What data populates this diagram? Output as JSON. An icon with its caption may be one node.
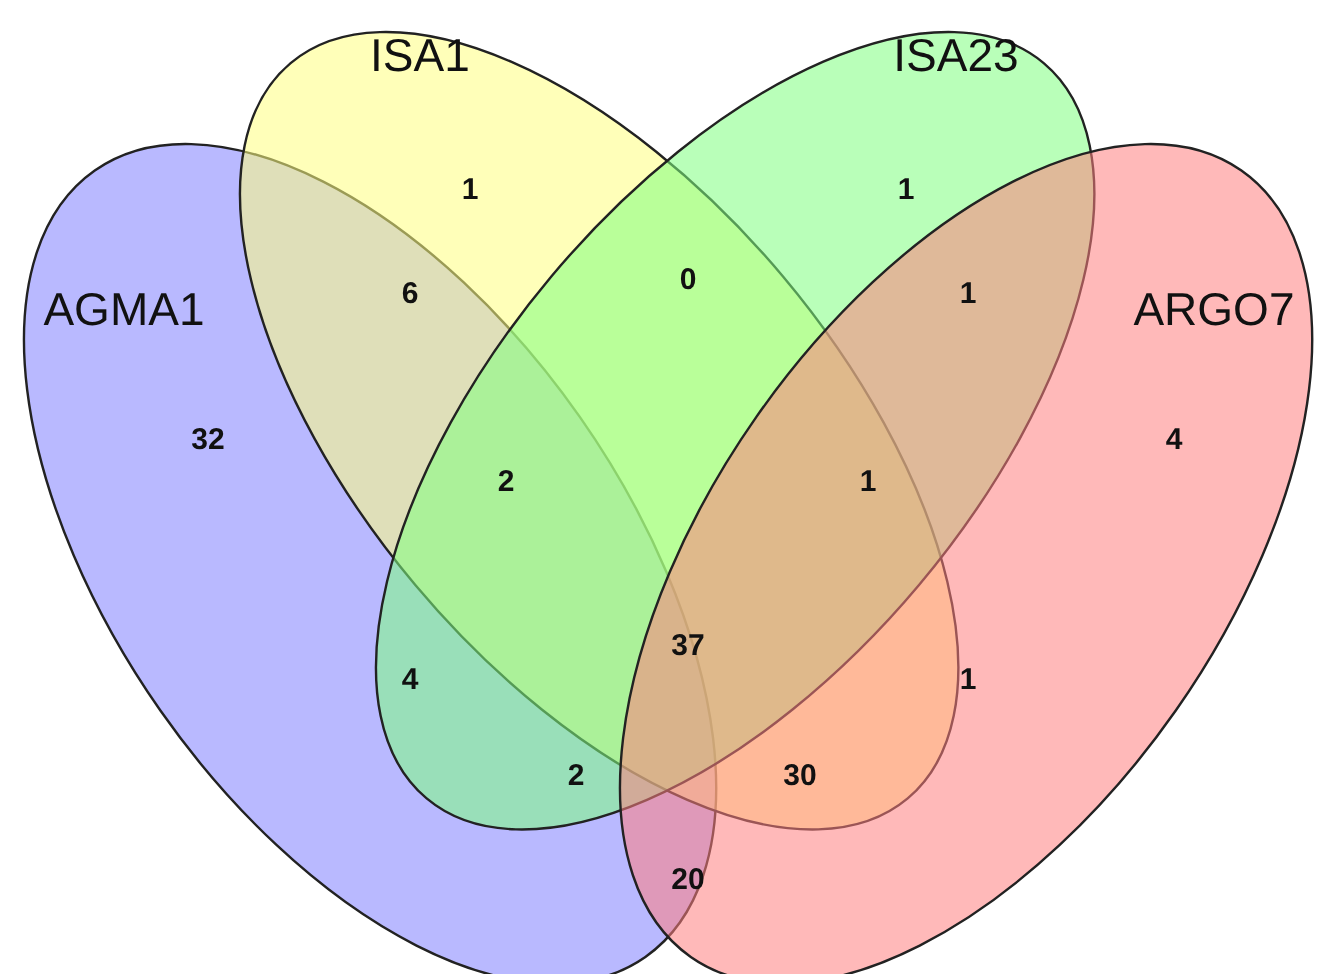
{
  "diagram": {
    "nodes": [
      {
        "text": [
          "AGMA1"
        ]
      },
      {
        "text": [
          "ISA1"
        ]
      },
      {
        "text": [
          "ISA23"
        ]
      },
      {
        "text": [
          "ARGO7"
        ]
      }
    ],
    "labels": [
      "1",
      "1",
      "0",
      "6",
      "1",
      "32",
      "4",
      "2",
      "1",
      "37",
      "4",
      "1",
      "2",
      "30",
      "20"
    ]
  }
}
